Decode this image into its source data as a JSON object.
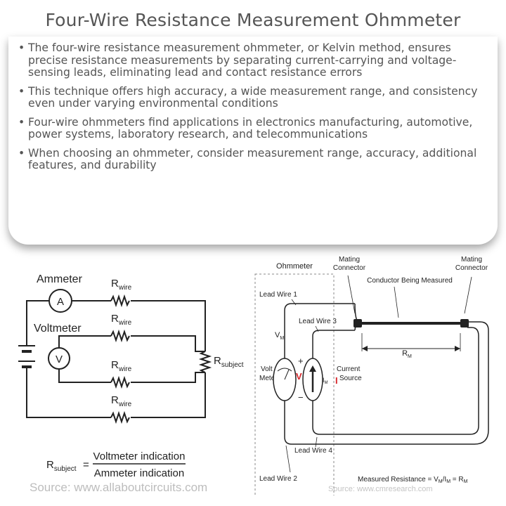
{
  "header": {
    "title": "Four-Wire Resistance Measurement Ohmmeter"
  },
  "bullets": [
    {
      "text": "The four-wire resistance measurement ohmmeter, or Kelvin method, ensures precise resistance measurements by separating current-carrying and voltage-sensing leads, eliminating lead and contact resistance errors"
    },
    {
      "text": "This technique offers high accuracy, a wide measurement range, and consistency even under varying environmental conditions"
    },
    {
      "text": "Four-wire ohmmeters find applications in electronics manufacturing, automotive, power systems, laboratory research, and telecommunications"
    },
    {
      "text": "When choosing an ohmmeter, consider measurement range, accuracy, additional features, and durability"
    }
  ],
  "left_diagram": {
    "ammeter_label": "Ammeter",
    "ammeter_symbol": "A",
    "voltmeter_label": "Voltmeter",
    "voltmeter_symbol": "V",
    "rwire_main": "R",
    "rwire_sub": "wire",
    "rsubject_main": "R",
    "rsubject_sub": "subject",
    "formula": {
      "lhs_main": "R",
      "lhs_sub": "subject",
      "equals": "=",
      "numerator": "Voltmeter indication",
      "denominator": "Ammeter indication"
    },
    "source": "Source: www.allaboutcircuits.com"
  },
  "right_diagram": {
    "ohmmeter": "Ohmmeter",
    "mating_connector_left": [
      "Mating",
      "Connector"
    ],
    "mating_connector_right": [
      "Mating",
      "Connector"
    ],
    "conductor": "Conductor Being Measured",
    "lead_wire_1": "Lead Wire 1",
    "lead_wire_2": "Lead Wire 2",
    "lead_wire_3": "Lead Wire 3",
    "lead_wire_4": "Lead Wire 4",
    "vm_label": "V",
    "vm_sub": "M",
    "volt_meter": [
      "Volt",
      "Meter"
    ],
    "plus": "+",
    "minus": "−",
    "v_symbol": "V",
    "im_label": "I",
    "im_sub": "M",
    "i_symbol": "I",
    "current_source": [
      "Current",
      "Source"
    ],
    "rm_label": "R",
    "rm_sub": "M",
    "measured": "Measured Resistance = V",
    "measured_rest": "M",
    "measured_div": "/I",
    "measured_eq": " = R",
    "source": "Source: www.cmresearch.com",
    "colors": {
      "accent_red": "#d8262b",
      "line": "#222222"
    }
  }
}
